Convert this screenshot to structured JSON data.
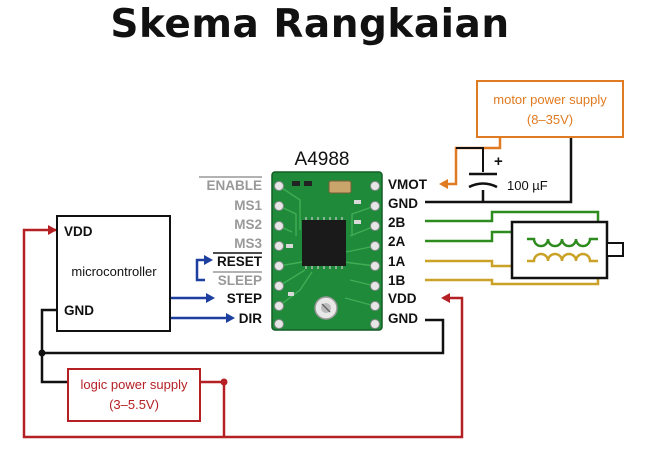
{
  "title": "Skema Rangkaian",
  "driver": {
    "name": "A4988",
    "left_pins": [
      "ENABLE",
      "MS1",
      "MS2",
      "MS3",
      "RESET",
      "SLEEP",
      "STEP",
      "DIR"
    ],
    "right_pins": [
      "VMOT",
      "GND",
      "2B",
      "2A",
      "1A",
      "1B",
      "VDD",
      "GND"
    ]
  },
  "microcontroller": {
    "label": "microcontroller",
    "vdd_label": "VDD",
    "gnd_label": "GND"
  },
  "motor_supply": {
    "line1": "motor power supply",
    "line2": "(8–35V)"
  },
  "logic_supply": {
    "line1": "logic power supply",
    "line2": "(3–5.5V)"
  },
  "capacitor": {
    "value": "100 µF",
    "polarity": "+"
  },
  "colors": {
    "motor_supply": "#e07b22",
    "logic_supply": "#b52025",
    "signal": "#1c3fa0",
    "ground": "#111111",
    "coil_green": "#2e8b1e",
    "coil_yellow": "#c9a227",
    "disabled_pin": "#999999",
    "pcb": "#1f8a3a"
  }
}
